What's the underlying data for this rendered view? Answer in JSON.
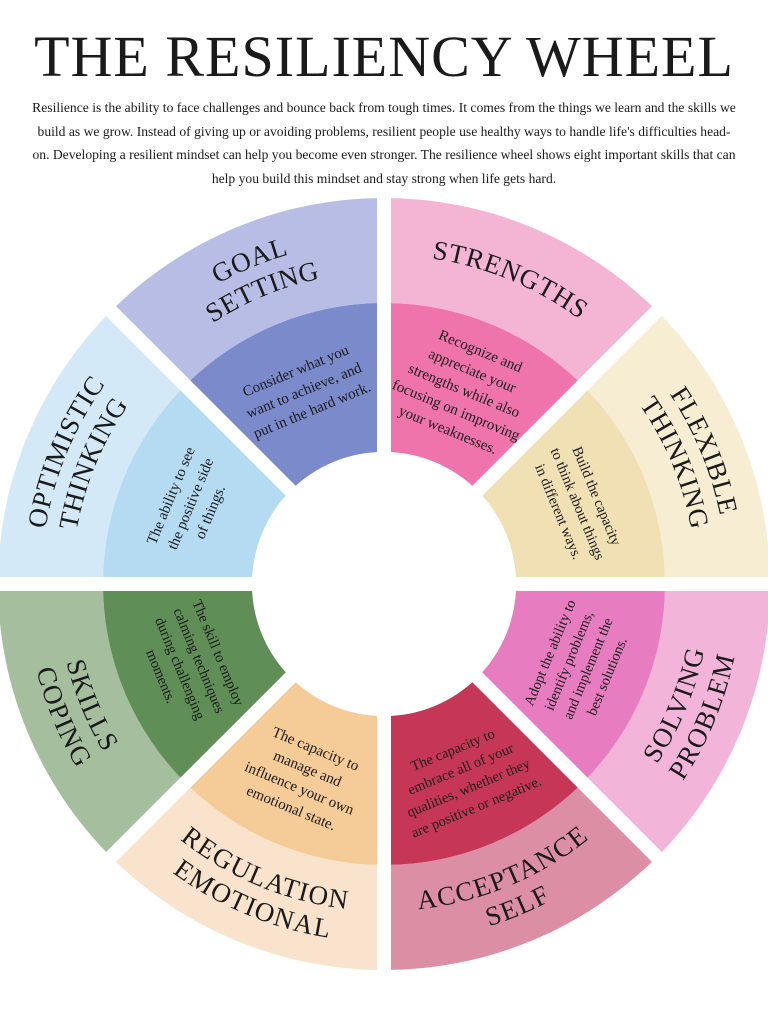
{
  "title": "THE RESILIENCY WHEEL",
  "intro": "Resilience is the ability to face challenges and bounce back from tough times. It comes from the things we learn and the skills we build as we grow. Instead of giving up or avoiding problems, resilient people use healthy ways to handle life's difficulties head-on. Developing a resilient mindset can help you become even stronger. The resilience wheel shows eight important skills that can help you build this mindset and stay strong when life gets hard.",
  "segments": [
    {
      "label": "STRENGTHS",
      "description": "Recognize and appreciate your strengths while also focusing on improving your weaknesses.",
      "outer_color": "#f4b4d3",
      "inner_color": "#ef74ab"
    },
    {
      "label": "FLEXIBLE THINKING",
      "description": "Build the capacity to think about things in different ways.",
      "outer_color": "#f7edd3",
      "inner_color": "#f1e0b4"
    },
    {
      "label": "PROBLEM SOLVING",
      "description": "Adopt the ability to identify problems, and implement the best solutions.",
      "outer_color": "#f2b5d9",
      "inner_color": "#e77cc0"
    },
    {
      "label": "SELF ACCEPTANCE",
      "description": "The capacity to embrace all of your qualities, whether they are positive or negative.",
      "outer_color": "#dc8ea4",
      "inner_color": "#c63757"
    },
    {
      "label": "EMOTIONAL REGULATION",
      "description": "The capacity to manage and influence your own emotional state.",
      "outer_color": "#f9e3cc",
      "inner_color": "#f5cc98"
    },
    {
      "label": "COPING SKILLS",
      "description": "The skill to employ calming techniques during challenging moments.",
      "outer_color": "#a4be9e",
      "inner_color": "#5f8e56"
    },
    {
      "label": "OPTIMISTIC THINKING",
      "description": "The ability to see the positive side of things.",
      "outer_color": "#d3e9f7",
      "inner_color": "#b5dbf2"
    },
    {
      "label": "GOAL SETTING",
      "description": "Consider what you want to achieve, and put in the hard work.",
      "outer_color": "#b7bde4",
      "inner_color": "#7b8acb"
    }
  ]
}
